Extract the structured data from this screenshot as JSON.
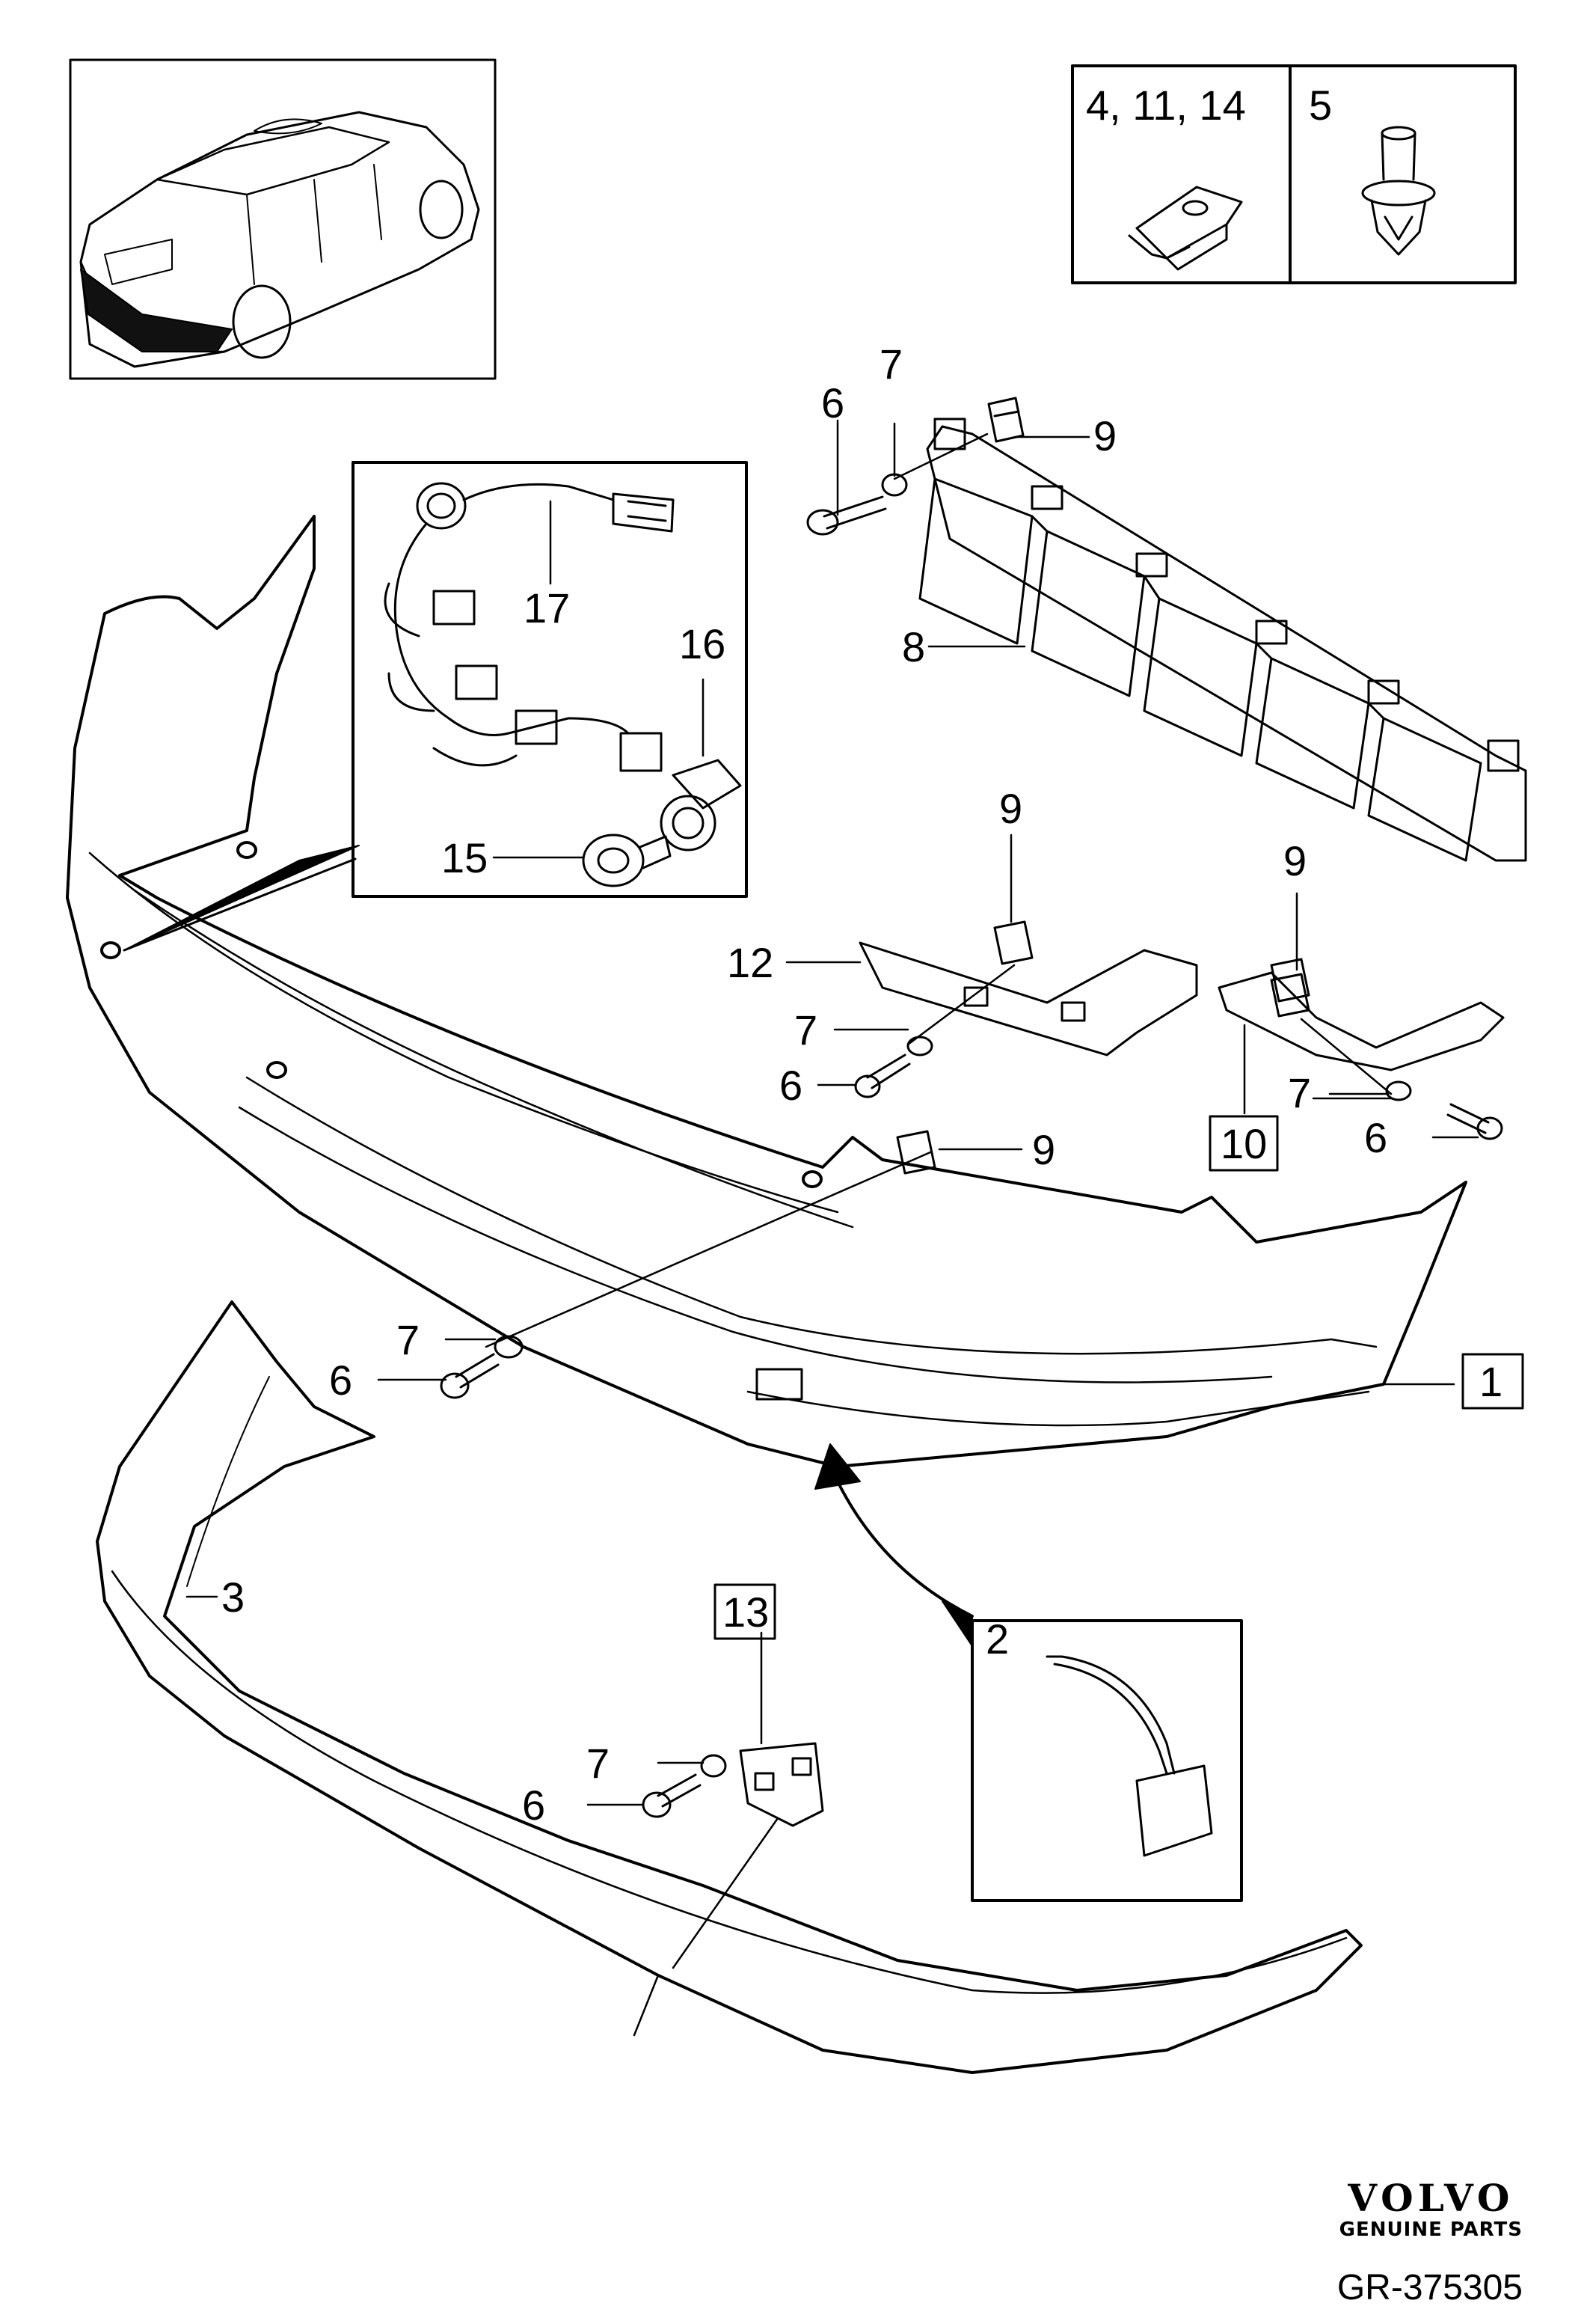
{
  "legend": {
    "cells": [
      {
        "label": "4, 11, 14",
        "icon": "clip-nut-icon"
      },
      {
        "label": "5",
        "icon": "push-rivet-icon"
      }
    ]
  },
  "callouts": {
    "p1": "1",
    "p2": "2",
    "p3": "3",
    "p6a": "6",
    "p7a": "7",
    "p9a": "9",
    "p8": "8",
    "p17": "17",
    "p16": "16",
    "p15": "15",
    "p9b": "9",
    "p12": "12",
    "p7b": "7",
    "p6b": "6",
    "p9c": "9",
    "p9d": "9",
    "p10": "10",
    "p7c": "7",
    "p6c": "6",
    "p7d": "7",
    "p6d": "6",
    "p13": "13",
    "p7e": "7",
    "p6e": "6"
  },
  "brand": {
    "name": "VOLVO",
    "sub": "GENUINE PARTS"
  },
  "reference": "GR-375305"
}
